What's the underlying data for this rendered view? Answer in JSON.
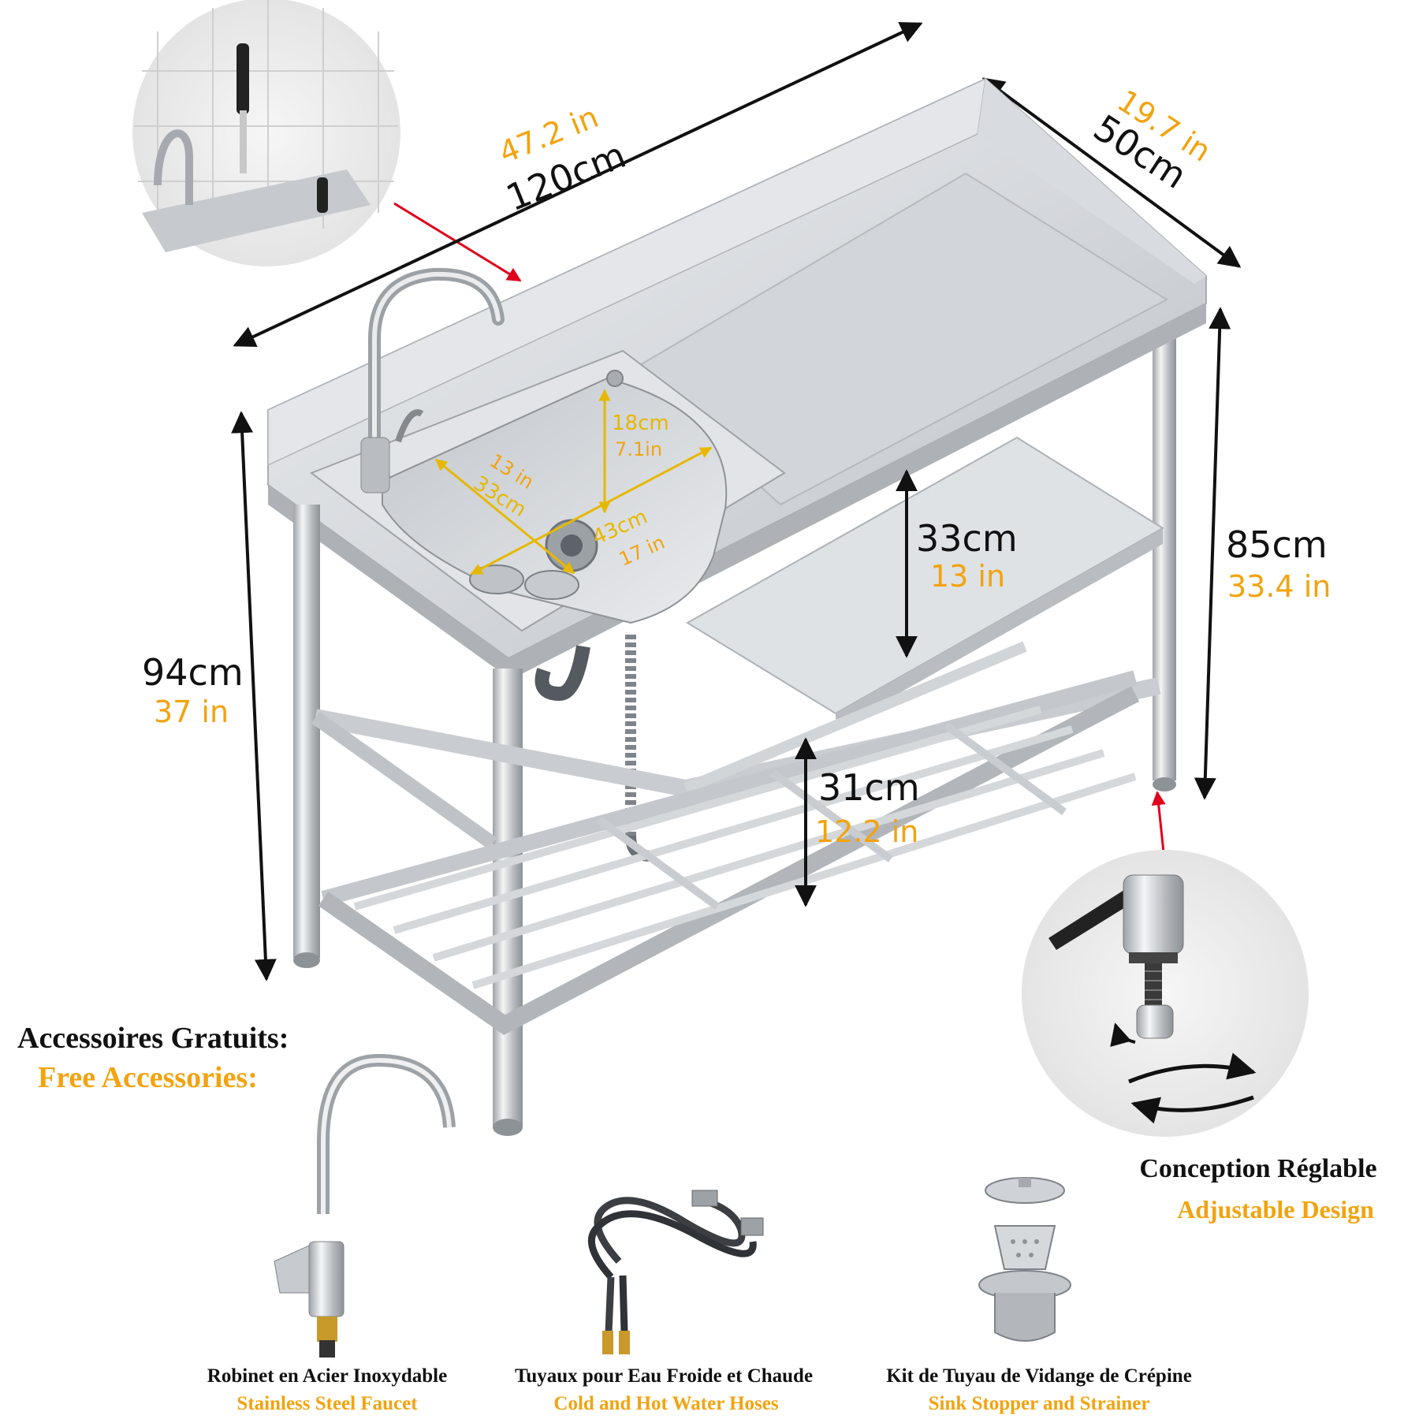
{
  "dimensions": {
    "length": {
      "cm": "120cm",
      "in": "47.2 in"
    },
    "depth": {
      "cm": "50cm",
      "in": "19.7 in"
    },
    "total_height": {
      "cm": "94cm",
      "in": "37 in"
    },
    "counter_height": {
      "cm": "85cm",
      "in": "33.4 in"
    },
    "upper_shelf_gap": {
      "cm": "33cm",
      "in": "13 in"
    },
    "lower_shelf_gap": {
      "cm": "31cm",
      "in": "12.2 in"
    },
    "sink_depth": {
      "cm": "18cm",
      "in": "7.1in"
    },
    "sink_length": {
      "cm": "33cm",
      "in": "13 in"
    },
    "sink_width": {
      "cm": "43cm",
      "in": "17 in"
    }
  },
  "accessories": {
    "heading_fr": "Accessoires Gratuits:",
    "heading_en": "Free Accessories:",
    "items": [
      {
        "icon": "faucet-icon",
        "fr": "Robinet en Acier Inoxydable",
        "en": "Stainless Steel Faucet"
      },
      {
        "icon": "water-hoses-icon",
        "fr": "Tuyaux pour Eau Froide et Chaude",
        "en": "Cold and Hot Water Hoses"
      },
      {
        "icon": "sink-strainer-icon",
        "fr": "Kit de Tuyau de Vidange de Crépine",
        "en": "Sink Stopper and Strainer"
      }
    ]
  },
  "adjustable": {
    "fr": "Conception Réglable",
    "en": "Adjustable Design"
  },
  "colors": {
    "accent_orange": "#f2a30f",
    "sink_yellow": "#e6b800",
    "arrow_red": "#e0001b",
    "text_dark": "#111111",
    "steel": "#c9ccd0"
  }
}
